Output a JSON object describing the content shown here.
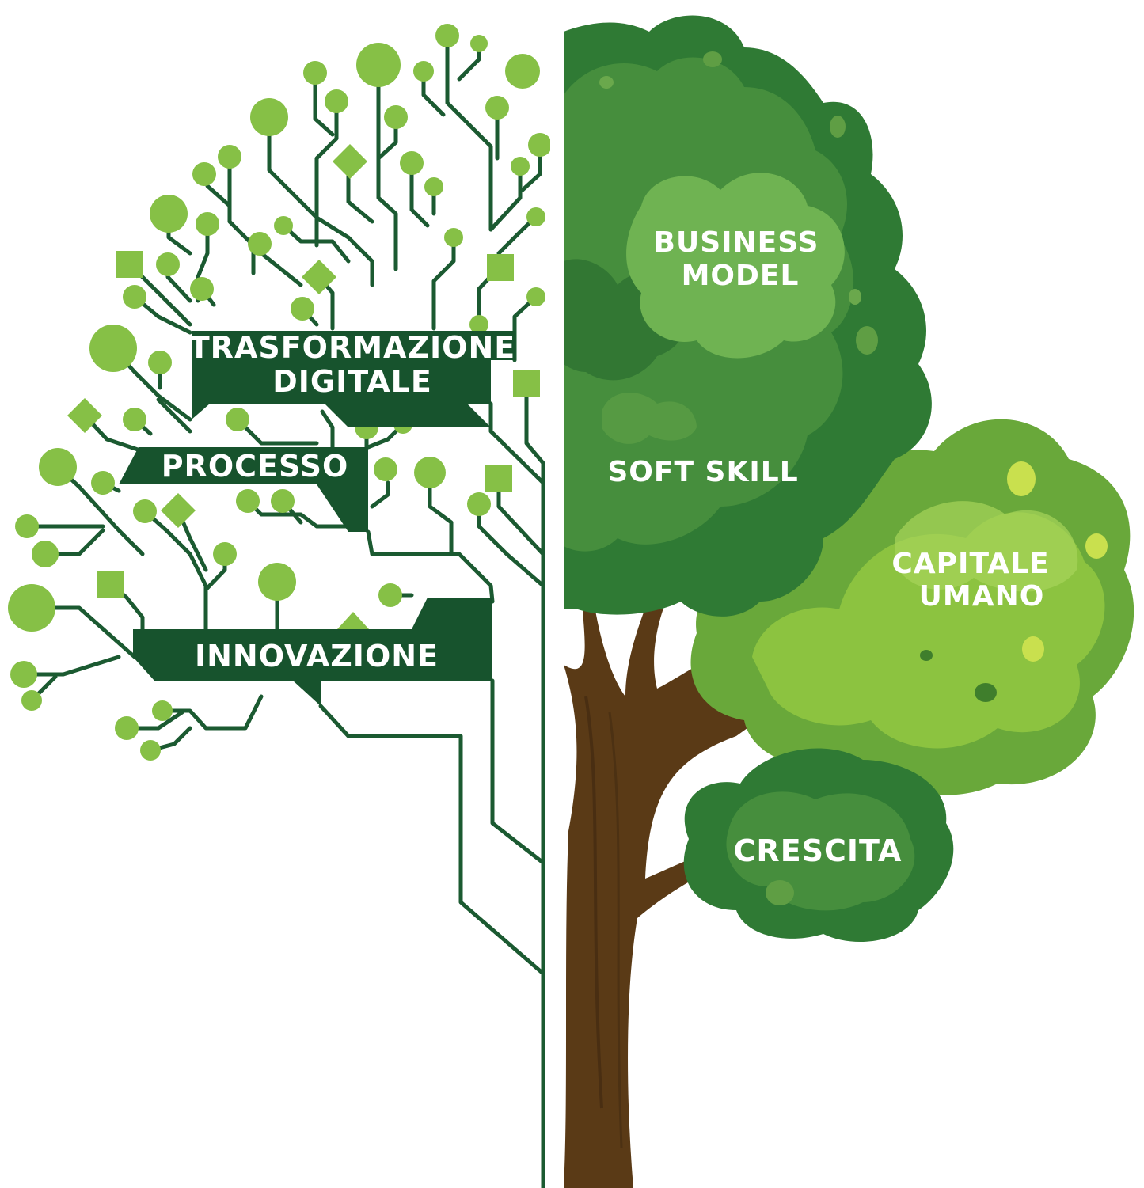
{
  "labels": {
    "digital": {
      "trasformazione": "TRASFORMAZIONE",
      "digitale": "DIGITALE",
      "processo": "PROCESSO",
      "innovazione": "INNOVAZIONE"
    },
    "tree": {
      "business": "BUSINESS",
      "model": "MODEL",
      "soft_skill": "SOFT SKILL",
      "capitale": "CAPITALE",
      "umano": "UMANO",
      "crescita": "CRESCITA"
    }
  },
  "colors": {
    "circuit_line": "#1b5a31",
    "label_bg": "#17532d",
    "node": "#86c046",
    "foliage_dark": "#2f7a34",
    "foliage_mid": "#468e3d",
    "foliage_light": "#6fb352",
    "foliage_lime": "#8cc340",
    "trunk": "#5a3a16"
  }
}
